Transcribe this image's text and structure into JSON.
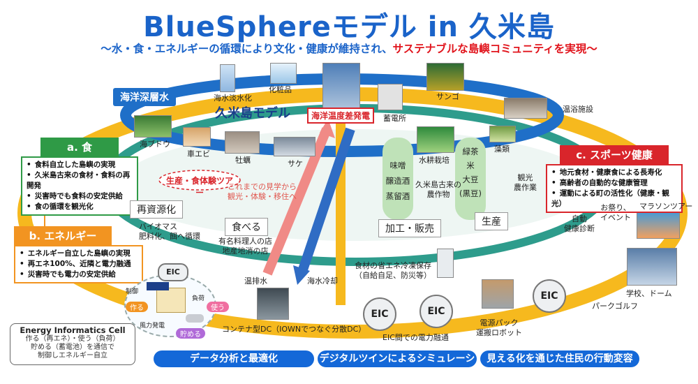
{
  "header": {
    "title": "BlueSphereモデル in 久米島",
    "subtitle_part1": "～水・食・エネルギーの循環により文化・健康が維持され、",
    "subtitle_part2": "サステナブルな島嶼コミュニティを実現～"
  },
  "ring": {
    "deep_sea_water": "海洋深層水",
    "model_name": "久米島モデル",
    "otec": "海洋温度差発電"
  },
  "top_items": {
    "desalination": "海水淡水化",
    "cosmetics": "化粧品",
    "coral": "サンゴ",
    "storage_plant": "蓄電所",
    "bath_facility": "温浴施設"
  },
  "food_items": {
    "sea_grapes": "海ブドウ",
    "prawn": "車エビ",
    "oyster": "牡蠣",
    "salmon": "サケ"
  },
  "section_food": {
    "heading": "a. 食",
    "bullets": [
      "食料自立した島嶼の実現",
      "久米島古来の食材・食料の再開発",
      "災害時でも食料の安定供給",
      "食の循環を観光化"
    ]
  },
  "section_energy": {
    "heading": "b. エネルギー",
    "bullets": [
      "エネルギー自立した島嶼の実現",
      "再エネ100%、近隣と電力融通",
      "災害時でも電力の安定供給"
    ]
  },
  "section_sports": {
    "heading": "c. スポーツ健康",
    "bullets": [
      "地元食材・健康食による長寿化",
      "高齢者の自動的な健康管理",
      "運動による町の活性化（健康・観光）"
    ]
  },
  "middle": {
    "production_tour": "生産・食体験ツアー",
    "tour_arrow_text": "これまでの見学から\n観光・体験・移住へ",
    "hydroponics": "水耕栽培",
    "ancient_crops": "久米島古来の\n農作物",
    "processed": "味噌\n醸造酒\n蒸留酒",
    "crops": "緑茶\n米\n大豆\n(黒豆)",
    "algae": "藻類",
    "farm_tourism": "観光\n農作業"
  },
  "tags": {
    "renewable": "再資源化",
    "eat": "食べる",
    "processing_sales": "加工・販売",
    "production": "生産"
  },
  "lower": {
    "biomass": "バイオマス\n肥料化、餌へ循環",
    "restaurants": "有名料理人の店\n地産地消の店",
    "festival": "お祭り、\nイベント",
    "marathon": "マラソンツアー",
    "auto_checkup": "自動\n健康診断",
    "frozen_storage": "食材の省エネ冷凍保存\n（自給自足、防災等）",
    "warm_drain": "温排水",
    "seawater_cooling": "海水冷却",
    "container_dc": "コンテナ型DC（IOWNでつなぐ分散DC）",
    "eic_power": "EIC間での電力融通",
    "battery_robot": "電源パック\n運搬ロボット",
    "park_golf": "パークゴルフ",
    "school_dome": "学校、ドーム",
    "eic": "EIC"
  },
  "house_cell": {
    "eic": "EIC",
    "control": "制御",
    "make": "作る",
    "use": "使う",
    "store": "貯める",
    "load": "負荷",
    "wind": "風力発電"
  },
  "energy_cell_box": {
    "title": "Energy Informatics Cell",
    "desc": "作る（再エネ）・使う（負荷）\n貯める（蓄電池）を通信で\n制御しエネルギー自立"
  },
  "bottom_bars": [
    "データ分析と最適化",
    "デジタルツインによるシミュレーション",
    "見える化を通じた住民の行動変容"
  ],
  "colors": {
    "title_blue": "#1a63c9",
    "accent_red": "#e1141c",
    "ring_blue": "#1f6fc8",
    "ring_teal": "#2e9c8c",
    "ring_yellow": "#f6b91e",
    "food_green": "#2f9a46",
    "energy_orange": "#f29421",
    "sports_red": "#d9252b",
    "bar_blue": "#1468d8"
  }
}
